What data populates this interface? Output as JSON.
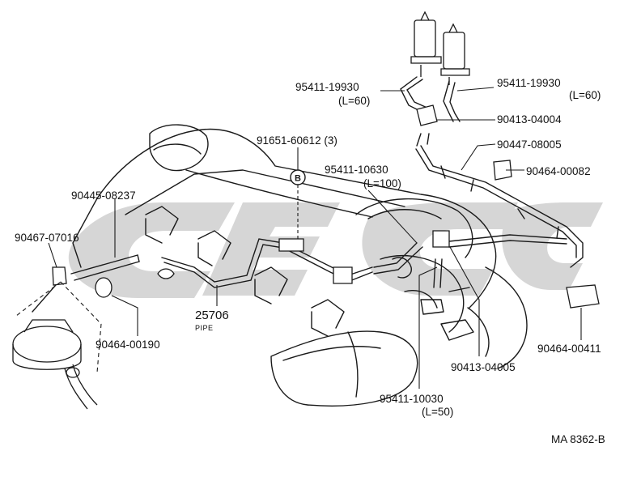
{
  "diagram": {
    "labels": {
      "p95411_19930_a": "95411-19930",
      "l60_a": "(L=60)",
      "p95411_19930_b": "95411-19930",
      "l60_b": "(L=60)",
      "p90413_04004": "90413-04004",
      "p90447_08005": "90447-08005",
      "p90464_00082": "90464-00082",
      "p91651_60612": "91651-60612 (3)",
      "p95411_10630": "95411-10630",
      "l100": "(L=100)",
      "p90445_08237": "90445-08237",
      "p90467_07016": "90467-07016",
      "p25706": "25706",
      "pipe": "PIPE",
      "p90464_00190": "90464-00190",
      "p90464_00411": "90464-00411",
      "p90413_04005": "90413-04005",
      "p95411_10030": "95411-10030",
      "l50": "(L=50)",
      "ref": "MA 8362-B"
    },
    "bolt_symbol": "B",
    "colors": {
      "ink": "#1a1a1a",
      "watermark": "#c8c8c8"
    }
  }
}
